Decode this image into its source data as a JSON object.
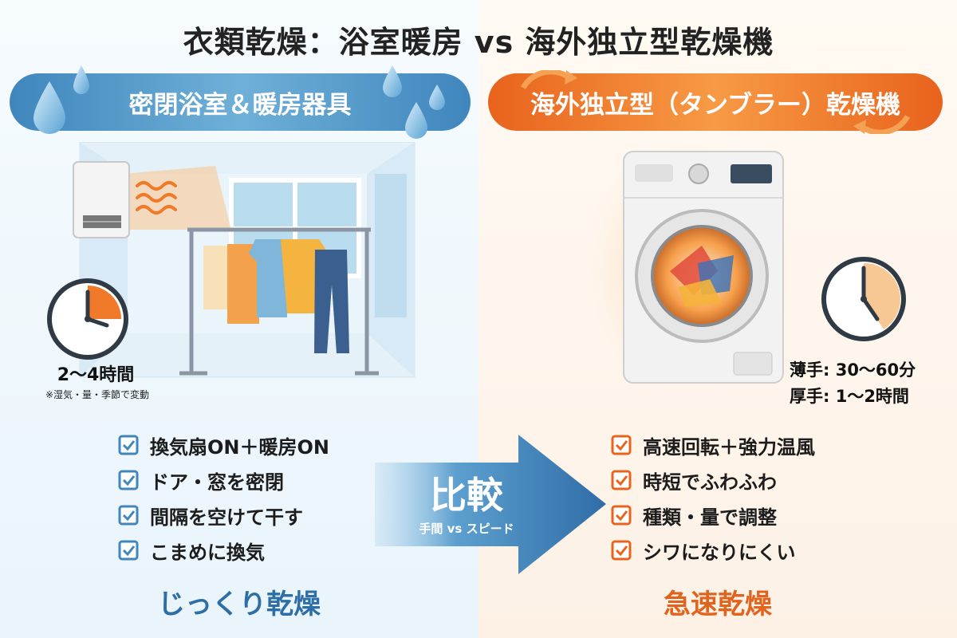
{
  "title": "衣類乾燥：浴室暖房 vs 海外独立型乾燥機",
  "left": {
    "banner": "密閉浴室＆暖房器具",
    "time": "2〜4時間",
    "time_note": "※湿気・量・季節で変動",
    "checklist": [
      "換気扇ON＋暖房ON",
      "ドア・窓を密閉",
      "間隔を空けて干す",
      "こまめに換気"
    ],
    "footer": "じっくり乾燥",
    "accent": "#3f86bd"
  },
  "right": {
    "banner": "海外独立型（タンブラー）乾燥機",
    "time_thin": "薄手: 30〜60分",
    "time_thick": "厚手: 1〜2時間",
    "checklist": [
      "高速回転＋強力温風",
      "時短でふわふわ",
      "種類・量で調整",
      "シワになりにくい"
    ],
    "footer": "急速乾燥",
    "accent": "#e8631d"
  },
  "center": {
    "label": "比較",
    "sub": "手間 vs スピード"
  },
  "icons": [
    "water-drop-icon",
    "heater-icon",
    "heat-wave-icon",
    "clock-icon",
    "clothes-rack-icon",
    "tumble-dryer-icon",
    "checkbox-icon",
    "arrow-right-icon",
    "cycle-arrow-icon"
  ]
}
